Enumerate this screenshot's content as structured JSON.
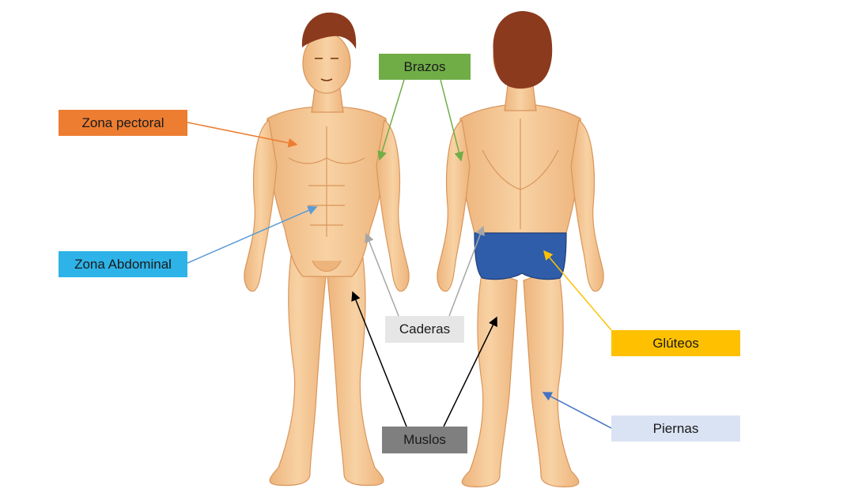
{
  "labels": {
    "brazos": {
      "text": "Brazos",
      "color": "#70AD47"
    },
    "pectoral": {
      "text": "Zona pectoral",
      "color": "#ED7D31"
    },
    "abdominal": {
      "text": "Zona Abdominal",
      "color": "#2EB3E8"
    },
    "caderas": {
      "text": "Caderas",
      "color": "#E7E6E6"
    },
    "gluteos": {
      "text": "Glúteos",
      "color": "#FFC000"
    },
    "piernas": {
      "text": "Piernas",
      "color": "#DAE3F3"
    },
    "muslos": {
      "text": "Muslos",
      "color": "#7F7F7F"
    }
  },
  "palette": {
    "skin": "#F6C998",
    "skin_shade": "#E8A96E",
    "hair": "#8B3A1E",
    "briefs": "#2F5DAA",
    "arrow_green": "#70AD47",
    "arrow_orange": "#ED7D31",
    "arrow_blue": "#5B9BD5",
    "arrow_gray": "#A6A6A6",
    "arrow_black": "#000000",
    "arrow_yellow": "#FFC000",
    "arrow_navy": "#4472C4"
  }
}
